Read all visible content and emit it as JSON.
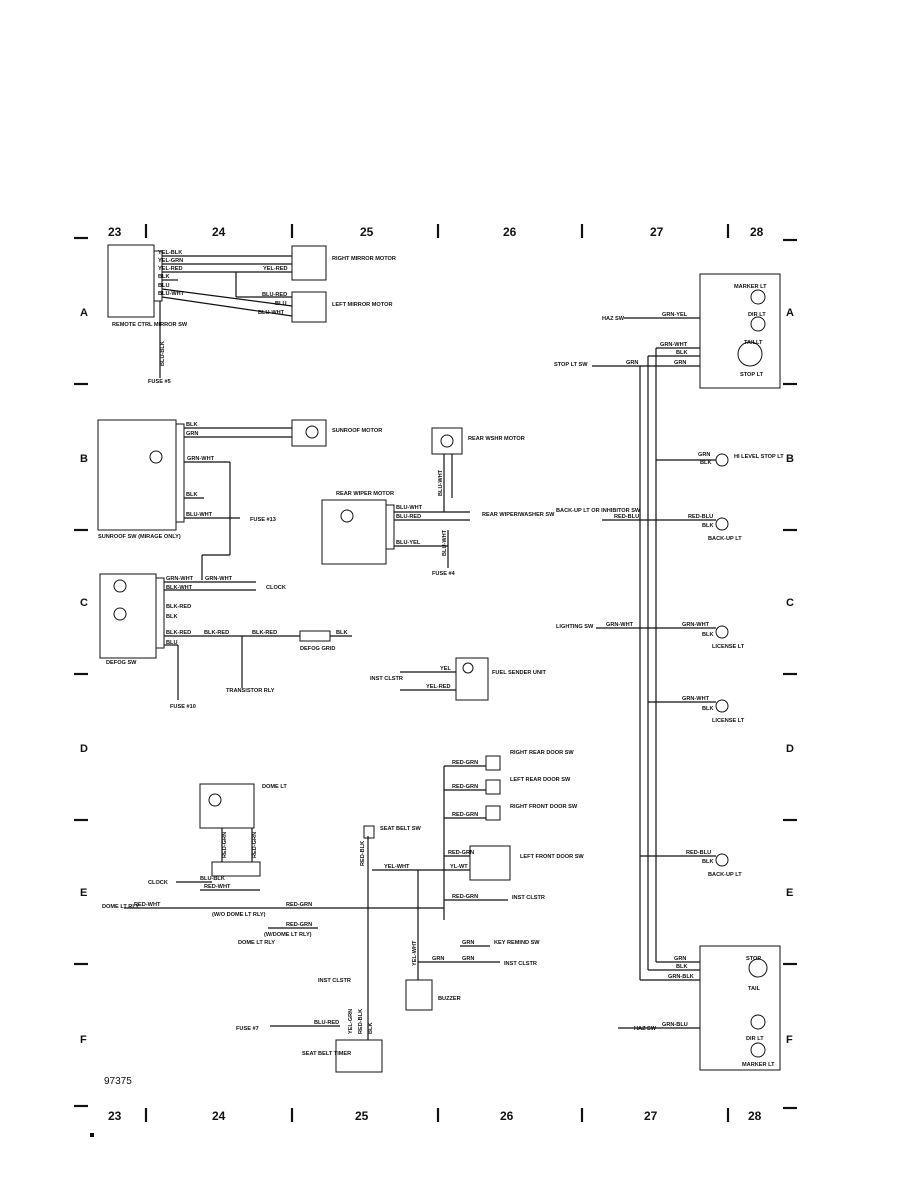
{
  "grid": {
    "columns": [
      "23",
      "24",
      "25",
      "26",
      "27",
      "28"
    ],
    "rows": [
      "A",
      "B",
      "C",
      "D",
      "E",
      "F"
    ]
  },
  "figure_number": "97375",
  "components": {
    "remote_mirror_sw": "REMOTE CTRL MIRROR SW",
    "right_mirror_motor": "RIGHT MIRROR MOTOR",
    "left_mirror_motor": "LEFT MIRROR MOTOR",
    "fuse5": "FUSE #5",
    "sunroof_motor": "SUNROOF MOTOR",
    "sunroof_sw": "SUNROOF SW (MIRAGE ONLY)",
    "fuse13": "FUSE #13",
    "rear_wshr_motor": "REAR WSHR MOTOR",
    "rear_wiper_motor": "REAR WIPER MOTOR",
    "rear_wiper_washer_sw": "REAR WIPER/WASHER SW",
    "fuse4": "FUSE #4",
    "clock": "CLOCK",
    "defog_sw": "DEFOG SW",
    "defog_grid": "DEFOG GRID",
    "transistor_rly": "TRANSISTOR RLY",
    "fuse10": "FUSE #10",
    "fuel_sender": "FUEL SENDER UNIT",
    "inst_clstr": "INST CLSTR",
    "dome_lt": "DOME LT",
    "seat_belt_sw": "SEAT BELT SW",
    "right_rear_door_sw": "RIGHT REAR DOOR SW",
    "left_rear_door_sw": "LEFT REAR DOOR SW",
    "right_front_door_sw": "RIGHT FRONT DOOR SW",
    "left_front_door_sw": "LEFT FRONT DOOR SW",
    "dome_lt_rly": "DOME LT RLY",
    "wo_dome_lt_rly": "(W/O DOME LT RLY)",
    "w_dome_lt_rly": "(W/DOME LT RLY)",
    "key_remind_sw": "KEY REMIND SW",
    "buzzer": "BUZZER",
    "fuse7": "FUSE #7",
    "seat_belt_timer": "SEAT BELT TIMER",
    "marker_lt": "MARKER LT",
    "dir_lt": "DIR LT",
    "taillt": "TAILLT",
    "stop_lt": "STOP LT",
    "haz_sw": "HAZ SW",
    "stop_lt_sw": "STOP LT SW",
    "hi_level_stop_lt": "HI LEVEL STOP LT",
    "back_up_lt_sw": "BACK-UP LT OR INHIBITOR SW",
    "back_up_lt": "BACK-UP LT",
    "lighting_sw": "LIGHTING SW",
    "license_lt": "LICENSE LT",
    "stop": "STOP",
    "tail": "TAIL"
  },
  "wires": {
    "yel_blk": "YEL-BLK",
    "yel_grn": "YEL-GRN",
    "yel_red": "YEL-RED",
    "blk": "BLK",
    "blu": "BLU",
    "blu_wht": "BLU-WHT",
    "blu_red": "BLU-RED",
    "blu_blk": "BLU-BLK",
    "grn": "GRN",
    "grn_wht": "GRN-WHT",
    "blu_yel": "BLU-YEL",
    "blk_wht": "BLK-WHT",
    "blk_red": "BLK-RED",
    "yel": "YEL",
    "red_grn": "RED-GRN",
    "red_blk": "RED-BLK",
    "yel_wht": "YEL-WHT",
    "red_wht": "RED-WHT",
    "grn_yel": "GRN-YEL",
    "red_blu": "RED-BLU",
    "grn_blk": "GRN-BLK",
    "grn_blu": "GRN-BLU",
    "yel_wt": "YL-WT"
  }
}
